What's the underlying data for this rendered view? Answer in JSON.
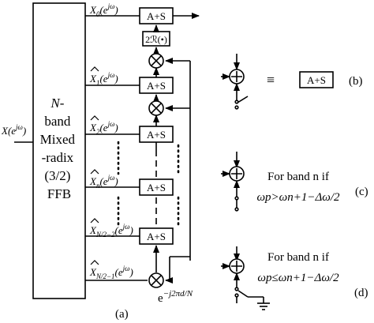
{
  "ffb": {
    "lines": [
      "N-",
      "band",
      "Mixed",
      "-radix",
      "(3/2)",
      "FFB"
    ]
  },
  "input_signal": "X(e^{jω})",
  "outputs": [
    {
      "label": "X₀(e^{jω})"
    },
    {
      "label": "X̂₁(e^{jω})"
    },
    {
      "label": "X̂₂(e^{jω})"
    },
    {
      "label": "X̂ₙ(e^{jω})"
    },
    {
      "label": "X̂_{N/2−2}(e^{jω})"
    },
    {
      "label": "X̂_{N/2−1}(e^{jω})"
    }
  ],
  "blocks": {
    "as_label": "A+S",
    "real_part_label": "2ℛ(•)",
    "multiplier_symbol": "⊗",
    "adder_symbol": "⊕"
  },
  "twiddle": "e^{−j2πd/N}",
  "equivalence_symbol": "≡",
  "panels": {
    "a": "(a)",
    "b": "(b)",
    "c": "(c)",
    "d": "(d)"
  },
  "conditions": {
    "c_title": "For band n if",
    "c_expr": "ωp>ωn+1−Δω/2",
    "d_title": "For band n if",
    "d_expr": "ωp≤ωn+1−Δω/2"
  }
}
